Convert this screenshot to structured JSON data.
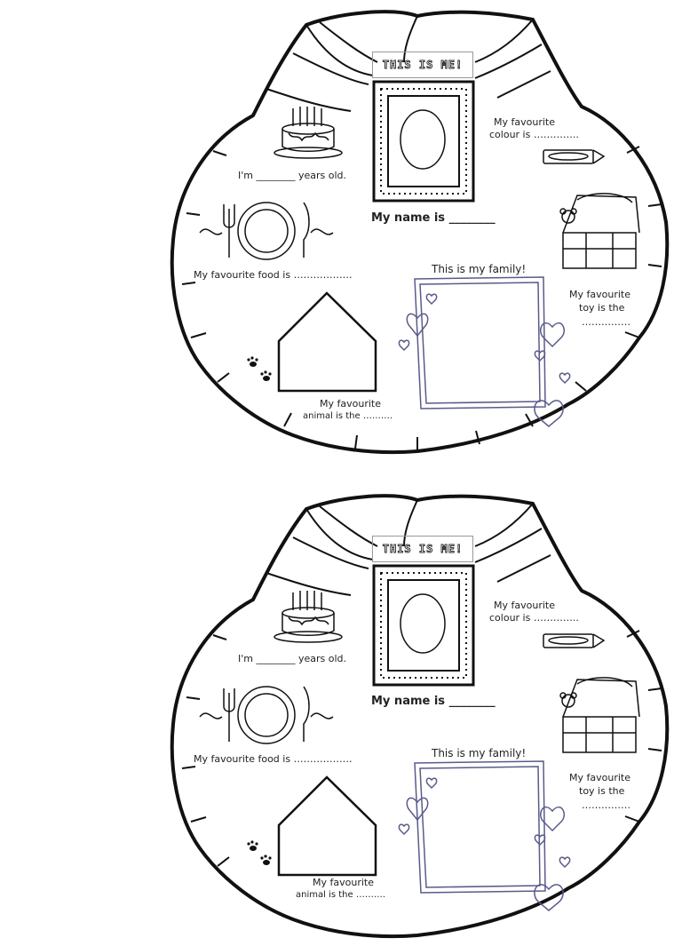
{
  "worksheet": {
    "title": "THIS IS ME!",
    "age_prefix": "I'm",
    "age_blank": "________",
    "age_suffix": "years old.",
    "food": "My favourite food is ………………",
    "colour_line1": "My favourite",
    "colour_line2": "colour is …………..",
    "name": "My name is ________",
    "family": "This is my family!",
    "toy_line1": "My favourite",
    "toy_line2": "toy is the",
    "toy_line3": "……………",
    "animal_line1": "My favourite",
    "animal_line2": "animal is  the ……….",
    "colors": {
      "ink": "#111111",
      "frame": "#5a5a8c"
    }
  }
}
